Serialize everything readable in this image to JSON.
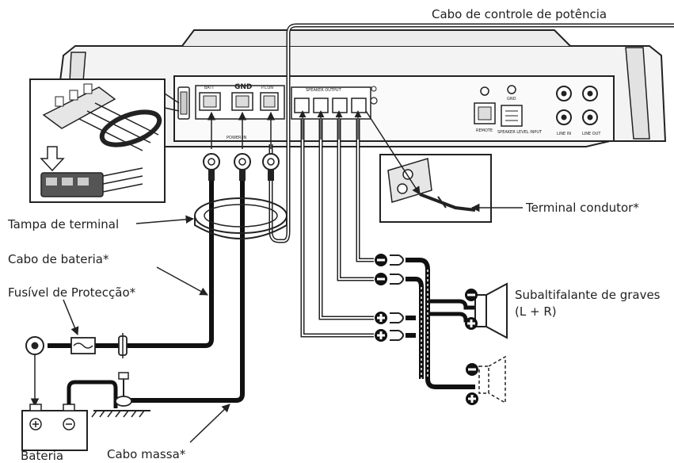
{
  "labels": {
    "power_control_cable": "Cabo de controle de potência",
    "terminal_cover": "Tampa de terminal",
    "battery_cable": "Cabo de bateria*",
    "protection_fuse": "Fusível de Protecção*",
    "subwoofer_line1": "Subaltifalante de graves",
    "subwoofer_line2": "(L + R)",
    "conductor_terminal": "Terminal condutor*",
    "battery": "Bateria",
    "ground_cable": "Cabo massa*"
  },
  "panel": {
    "batt": "BATT",
    "gnd": "GND",
    "p_con": "P.CON",
    "power_in": "POWER IN",
    "speaker_output": "SPEAKER OUTPUT",
    "remote": "REMOTE",
    "gnd_small": "GND",
    "speaker_level_input": "SPEAKER LEVEL INPUT",
    "line_in": "LINE IN",
    "line_out": "LINE OUT"
  }
}
